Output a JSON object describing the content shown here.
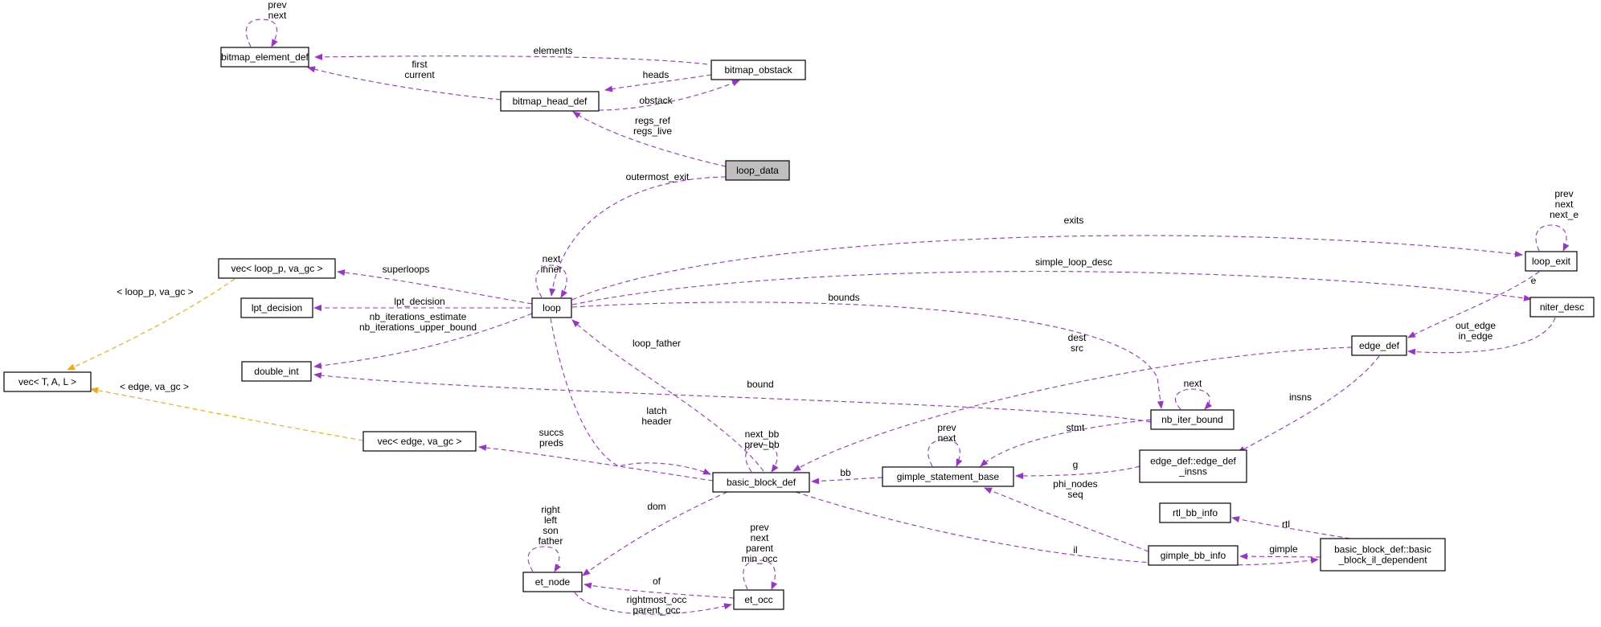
{
  "colors": {
    "member_edge": "#9a32cd",
    "template_edge": "#ffa500",
    "root_fill": "#bfbfbf"
  },
  "nodes": {
    "bitmap_element_def": "bitmap_element_def",
    "bitmap_obstack": "bitmap_obstack",
    "bitmap_head_def": "bitmap_head_def",
    "loop_data": "loop_data",
    "vec_loop_p": "vec< loop_p, va_gc >",
    "lpt_decision": "lpt_decision",
    "loop": "loop",
    "double_int": "double_int",
    "vec_T_A_L": "vec< T, A, L >",
    "vec_edge": "vec< edge, va_gc >",
    "loop_exit": "loop_exit",
    "niter_desc": "niter_desc",
    "edge_def": "edge_def",
    "nb_iter_bound": "nb_iter_bound",
    "edge_def_insns": [
      "edge_def::edge_def",
      "_insns"
    ],
    "basic_block_def": "basic_block_def",
    "gimple_statement_base": "gimple_statement_base",
    "rtl_bb_info": "rtl_bb_info",
    "gimple_bb_info": "gimple_bb_info",
    "bb_il_dependent": [
      "basic_block_def::basic",
      "_block_il_dependent"
    ],
    "et_node": "et_node",
    "et_occ": "et_occ"
  },
  "edges": [
    {
      "from": "bitmap_element_def",
      "to": "bitmap_element_def",
      "labels": [
        "prev",
        "next"
      ]
    },
    {
      "from": "bitmap_obstack",
      "to": "bitmap_element_def",
      "labels": [
        "elements"
      ]
    },
    {
      "from": "bitmap_head_def",
      "to": "bitmap_element_def",
      "labels": [
        "first",
        "current"
      ]
    },
    {
      "from": "bitmap_obstack",
      "to": "bitmap_head_def",
      "labels": [
        "heads"
      ]
    },
    {
      "from": "bitmap_head_def",
      "to": "bitmap_obstack",
      "labels": [
        "obstack"
      ]
    },
    {
      "from": "loop_data",
      "to": "bitmap_head_def",
      "labels": [
        "regs_ref",
        "regs_live"
      ]
    },
    {
      "from": "loop_data",
      "to": "loop",
      "labels": [
        "outermost_exit"
      ]
    },
    {
      "from": "loop",
      "to": "loop",
      "labels": [
        "next",
        "inner"
      ]
    },
    {
      "from": "loop",
      "to": "vec_loop_p",
      "labels": [
        "superloops"
      ]
    },
    {
      "from": "loop",
      "to": "lpt_decision",
      "labels": [
        "lpt_decision"
      ]
    },
    {
      "from": "loop",
      "to": "double_int",
      "labels": [
        "nb_iterations_estimate",
        "nb_iterations_upper_bound"
      ]
    },
    {
      "from": "vec_loop_p",
      "to": "vec_T_A_L",
      "labels": [
        "< loop_p, va_gc >"
      ],
      "template": true
    },
    {
      "from": "vec_edge",
      "to": "vec_T_A_L",
      "labels": [
        "< edge, va_gc >"
      ],
      "template": true
    },
    {
      "from": "loop",
      "to": "loop_exit",
      "labels": [
        "exits"
      ]
    },
    {
      "from": "loop",
      "to": "niter_desc",
      "labels": [
        "simple_loop_desc"
      ]
    },
    {
      "from": "loop",
      "to": "nb_iter_bound",
      "labels": [
        "bounds"
      ]
    },
    {
      "from": "loop_exit",
      "to": "loop_exit",
      "labels": [
        "prev",
        "next",
        "next_e"
      ]
    },
    {
      "from": "loop_exit",
      "to": "edge_def",
      "labels": [
        "e"
      ]
    },
    {
      "from": "niter_desc",
      "to": "edge_def",
      "labels": [
        "out_edge",
        "in_edge"
      ]
    },
    {
      "from": "edge_def",
      "to": "basic_block_def",
      "labels": [
        "dest",
        "src"
      ]
    },
    {
      "from": "edge_def",
      "to": "edge_def_insns",
      "labels": [
        "insns"
      ]
    },
    {
      "from": "nb_iter_bound",
      "to": "nb_iter_bound",
      "labels": [
        "next"
      ]
    },
    {
      "from": "nb_iter_bound",
      "to": "double_int",
      "labels": [
        "bound"
      ]
    },
    {
      "from": "nb_iter_bound",
      "to": "gimple_statement_base",
      "labels": [
        "stmt"
      ]
    },
    {
      "from": "basic_block_def",
      "to": "loop",
      "labels": [
        "loop_father"
      ]
    },
    {
      "from": "loop",
      "to": "basic_block_def",
      "labels": [
        "latch",
        "header"
      ]
    },
    {
      "from": "basic_block_def",
      "to": "basic_block_def",
      "labels": [
        "next_bb",
        "prev_bb"
      ]
    },
    {
      "from": "basic_block_def",
      "to": "vec_edge",
      "labels": [
        "succs",
        "preds"
      ]
    },
    {
      "from": "gimple_statement_base",
      "to": "basic_block_def",
      "labels": [
        "bb"
      ]
    },
    {
      "from": "gimple_statement_base",
      "to": "gimple_statement_base",
      "labels": [
        "prev",
        "next"
      ]
    },
    {
      "from": "edge_def_insns",
      "to": "gimple_statement_base",
      "labels": [
        "g"
      ]
    },
    {
      "from": "gimple_bb_info",
      "to": "gimple_statement_base",
      "labels": [
        "phi_nodes",
        "seq"
      ]
    },
    {
      "from": "bb_il_dependent",
      "to": "rtl_bb_info",
      "labels": [
        "rtl"
      ]
    },
    {
      "from": "bb_il_dependent",
      "to": "gimple_bb_info",
      "labels": [
        "gimple"
      ]
    },
    {
      "from": "basic_block_def",
      "to": "bb_il_dependent",
      "labels": [
        "il"
      ]
    },
    {
      "from": "basic_block_def",
      "to": "et_node",
      "labels": [
        "dom"
      ]
    },
    {
      "from": "et_node",
      "to": "et_node",
      "labels": [
        "right",
        "left",
        "son",
        "father"
      ]
    },
    {
      "from": "et_occ",
      "to": "et_node",
      "labels": [
        "of"
      ]
    },
    {
      "from": "et_node",
      "to": "et_occ",
      "labels": [
        "rightmost_occ",
        "parent_occ"
      ]
    },
    {
      "from": "et_occ",
      "to": "et_occ",
      "labels": [
        "prev",
        "next",
        "parent",
        "min_occ"
      ]
    }
  ]
}
